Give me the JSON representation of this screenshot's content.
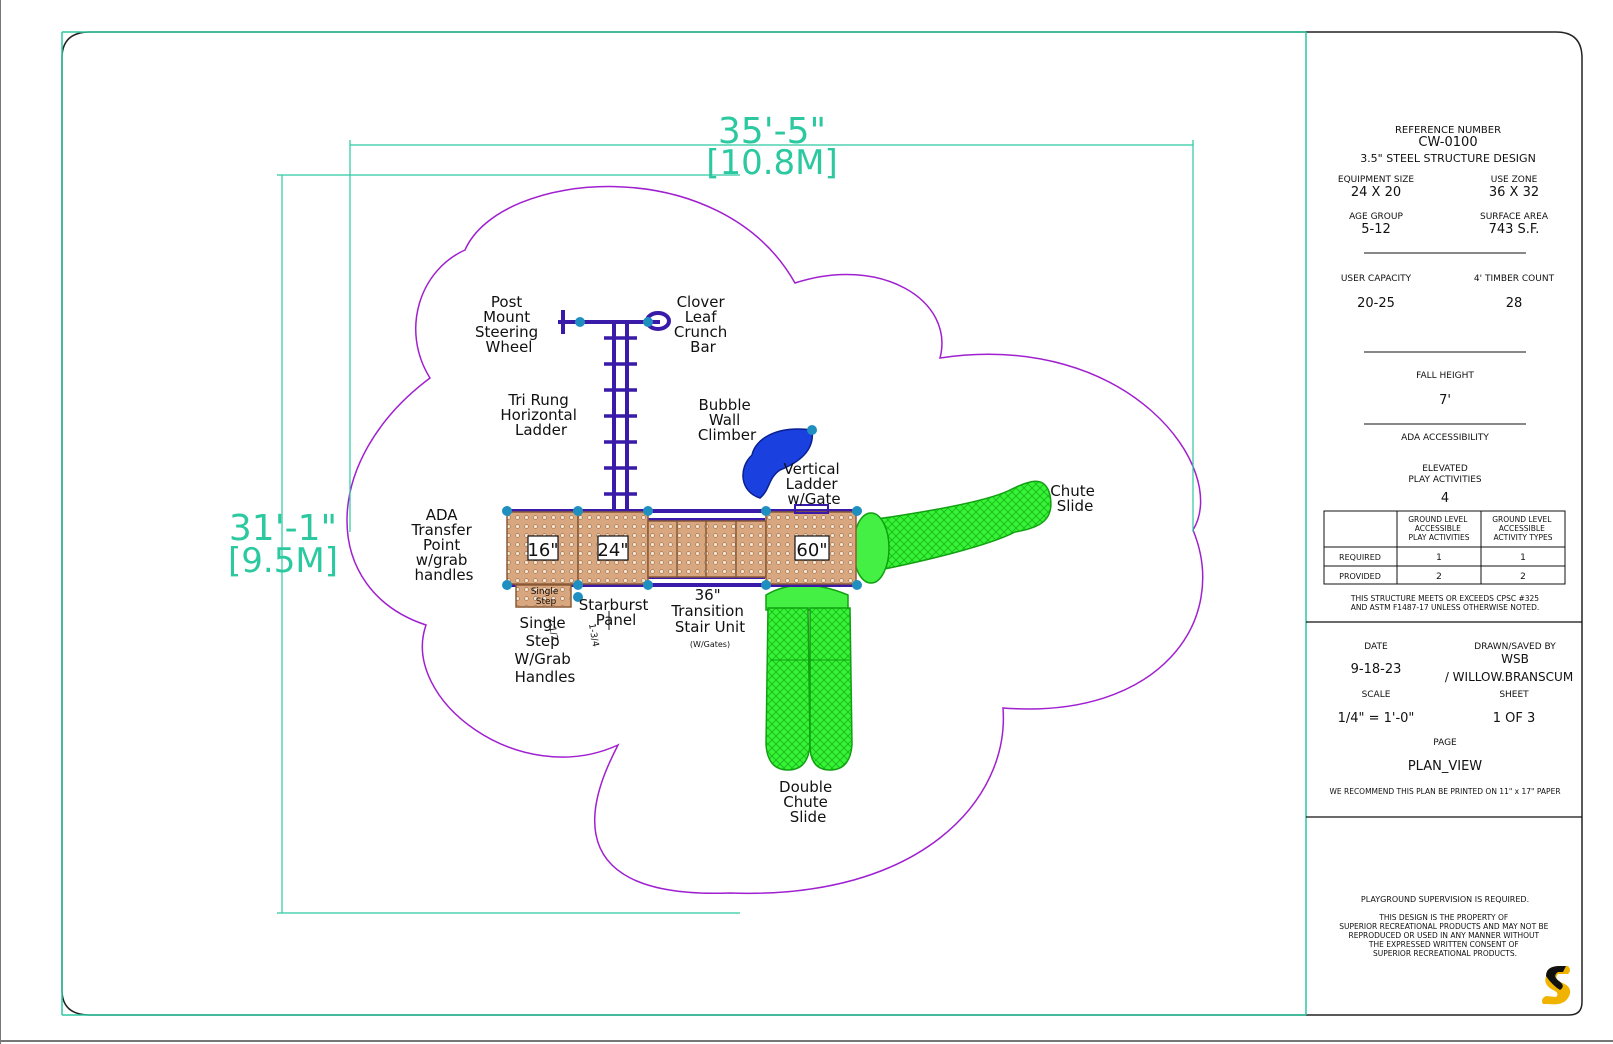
{
  "dimensions": {
    "width_ft": "35'-5\"",
    "width_m": "[10.8M]",
    "height_ft": "31'-1\"",
    "height_m": "[9.5M]"
  },
  "platforms": {
    "p16": "16\"",
    "p24": "24\"",
    "p60": "60\""
  },
  "labels": {
    "steering": [
      "Post",
      "Mount",
      "Steering",
      "Wheel"
    ],
    "crunch": [
      "Clover",
      "Leaf",
      "Crunch",
      "Bar"
    ],
    "ladder_h": [
      "Tri Rung",
      "Horizontal",
      "Ladder"
    ],
    "bubble": [
      "Bubble",
      "Wall",
      "Climber"
    ],
    "vertical": [
      "Vertical",
      "Ladder",
      "w/Gate"
    ],
    "chute": [
      "Chute",
      "Slide"
    ],
    "ada": [
      "ADA",
      "Transfer",
      "Point",
      "w/grab",
      "handles"
    ],
    "single_step_box": [
      "Single",
      "Step"
    ],
    "single_step": [
      "Single",
      "Step",
      "W/Grab",
      "Handles"
    ],
    "starburst": [
      "Starburst",
      "Panel"
    ],
    "transition": [
      "36\"",
      "Transition",
      "Stair Unit"
    ],
    "transition_sub": "(W/Gates)",
    "double_chute": [
      "Double",
      "Chute",
      "Slide"
    ],
    "step_dim1": "2-1/2",
    "step_dim2": "1-3/4"
  },
  "title_block": {
    "ref_label": "REFERENCE NUMBER",
    "ref_value": "CW-0100",
    "design": "3.5\" STEEL STRUCTURE DESIGN",
    "equip_label": "EQUIPMENT SIZE",
    "equip_value": "24 X 20",
    "use_label": "USE ZONE",
    "use_value": "36 X 32",
    "age_label": "AGE GROUP",
    "age_value": "5-12",
    "surface_label": "SURFACE AREA",
    "surface_value": "743 S.F.",
    "capacity_label": "USER CAPACITY",
    "capacity_value": "20-25",
    "timber_label": "4' TIMBER COUNT",
    "timber_value": "28",
    "fall_label": "FALL HEIGHT",
    "fall_value": "7'",
    "ada_label": "ADA ACCESSIBILITY",
    "elevated_label1": "ELEVATED",
    "elevated_label2": "PLAY ACTIVITIES",
    "elevated_value": "4",
    "table": {
      "col1": [
        "GROUND LEVEL",
        "ACCESSIBLE",
        "PLAY ACTIVITIES"
      ],
      "col2": [
        "GROUND LEVEL",
        "ACCESSIBLE",
        "ACTIVITY TYPES"
      ],
      "rows": [
        {
          "label": "REQUIRED",
          "a": "1",
          "b": "1"
        },
        {
          "label": "PROVIDED",
          "a": "2",
          "b": "2"
        }
      ]
    },
    "meets1": "THIS STRUCTURE MEETS OR EXCEEDS CPSC #325",
    "meets2": "AND ASTM F1487-17 UNLESS OTHERWISE NOTED.",
    "date_label": "DATE",
    "date_value": "9-18-23",
    "drawn_label": "DRAWN/SAVED BY",
    "drawn_value1": "WSB",
    "drawn_value2": "/ WILLOW.BRANSCUM",
    "scale_label": "SCALE",
    "scale_value": "1/4\" = 1'-0\"",
    "sheet_label": "SHEET",
    "sheet_value": "1 OF 3",
    "page_label": "PAGE",
    "page_value": "PLAN_VIEW",
    "recommend": "WE RECOMMEND THIS PLAN BE PRINTED ON 11\" x 17\" PAPER",
    "supervision": "PLAYGROUND SUPERVISION IS REQUIRED.",
    "property": [
      "THIS DESIGN IS THE PROPERTY OF",
      "SUPERIOR RECREATIONAL PRODUCTS AND MAY NOT BE",
      "REPRODUCED OR USED IN ANY MANNER WITHOUT",
      "THE EXPRESSED WRITTEN CONSENT OF",
      "SUPERIOR RECREATIONAL PRODUCTS."
    ],
    "logo_letter": "S"
  },
  "colors": {
    "frame": "#2cc9a0",
    "zone": "#a020d0",
    "structure": "#3a1aa8",
    "slide": "#22ee22",
    "deck": "#c8936a",
    "post": "#1f8fc0",
    "bubble": "#1030d0"
  }
}
